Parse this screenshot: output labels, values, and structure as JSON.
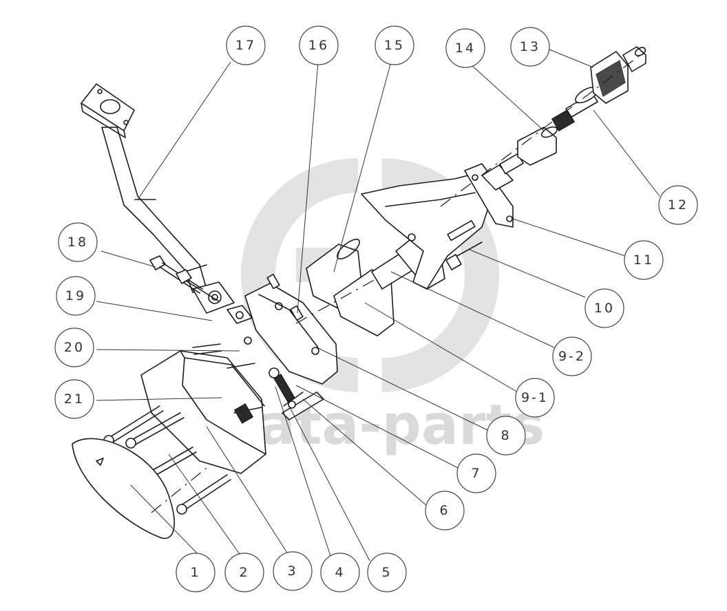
{
  "watermark": {
    "text": "data-parts"
  },
  "callouts": [
    {
      "id": "c1",
      "label": "1"
    },
    {
      "id": "c2",
      "label": "2"
    },
    {
      "id": "c3",
      "label": "3"
    },
    {
      "id": "c4",
      "label": "4"
    },
    {
      "id": "c5",
      "label": "5"
    },
    {
      "id": "c6",
      "label": "6"
    },
    {
      "id": "c7",
      "label": "7"
    },
    {
      "id": "c8",
      "label": "8"
    },
    {
      "id": "c9-1",
      "label": "9-1"
    },
    {
      "id": "c9-2",
      "label": "9-2"
    },
    {
      "id": "c10",
      "label": "10"
    },
    {
      "id": "c11",
      "label": "11"
    },
    {
      "id": "c12",
      "label": "12"
    },
    {
      "id": "c13",
      "label": "13"
    },
    {
      "id": "c14",
      "label": "14"
    },
    {
      "id": "c15",
      "label": "15"
    },
    {
      "id": "c16",
      "label": "16"
    },
    {
      "id": "c17",
      "label": "17"
    },
    {
      "id": "c18",
      "label": "18"
    },
    {
      "id": "c19",
      "label": "19"
    },
    {
      "id": "c20",
      "label": "20"
    },
    {
      "id": "c21",
      "label": "21"
    }
  ]
}
